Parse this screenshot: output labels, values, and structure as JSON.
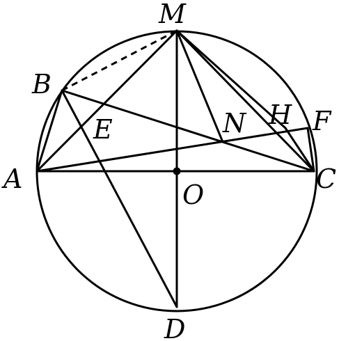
{
  "labels": {
    "M": "M",
    "B": "B",
    "E": "E",
    "N": "N",
    "H": "H",
    "F": "F",
    "A": "A",
    "O": "O",
    "C": "C",
    "D": "D"
  },
  "colors": {
    "stroke": "#000000",
    "background": "#ffffff"
  }
}
